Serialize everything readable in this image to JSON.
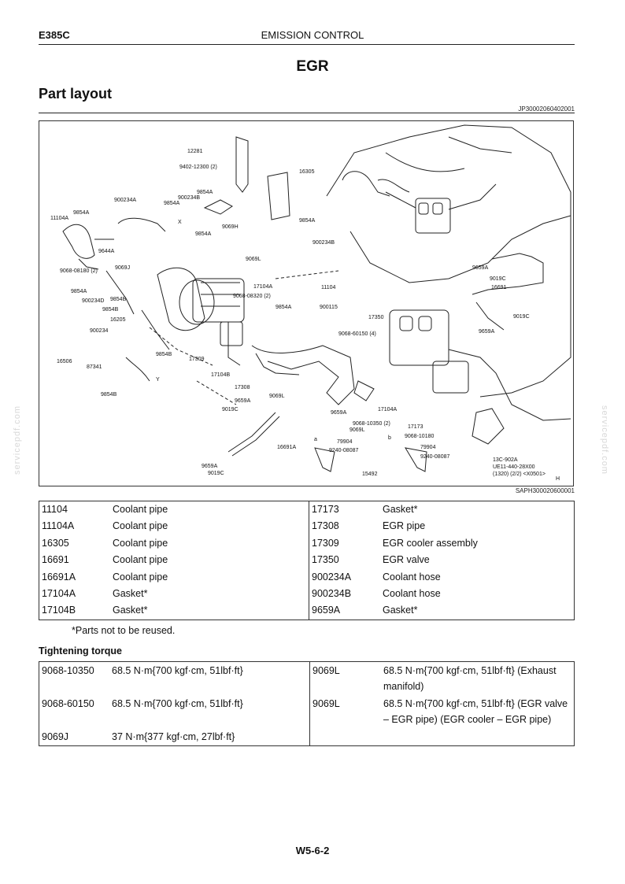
{
  "header": {
    "model": "E385C",
    "section": "EMISSION CONTROL"
  },
  "title": "EGR",
  "section_title": "Part layout",
  "figure_code_top": "JP30002060402001",
  "figure_code_bottom": "SAPH300020600001",
  "watermark": "servicepdf.com",
  "diagram_labels": [
    "12281",
    "9402-12300 (2)",
    "16305",
    "9854A",
    "900234B",
    "9854A",
    "900234A",
    "9854A",
    "11104A",
    "X",
    "9854A",
    "9069H",
    "9854A",
    "900234B",
    "9644A",
    "9069L",
    "9068-08180 (2)",
    "9069J",
    "9854A",
    "9854B",
    "900234D",
    "9854B",
    "16205",
    "17104A",
    "11104",
    "900115",
    "9068-08320 (2)",
    "9854A",
    "17350",
    "9068-60150 (4)",
    "16691",
    "9659A",
    "9019C",
    "9019C",
    "9659A",
    "900234",
    "9854B",
    "16506",
    "87341",
    "9854B",
    "17309",
    "17104B",
    "17308",
    "9069L",
    "9659A",
    "9019C",
    "17104A",
    "9659A",
    "9068-10350 (2)",
    "9069L",
    "17173",
    "16691A",
    "9659A",
    "9019C",
    "79904",
    "9240-08087",
    "15492",
    "9068-10180",
    "79904",
    "9240-08087",
    "13C-902A",
    "UE11-440-28X00",
    "(1320) (2/2) <X0501>",
    "H",
    "a",
    "b",
    "Y"
  ],
  "parts": [
    [
      "11104",
      "Coolant pipe",
      "17173",
      "Gasket*"
    ],
    [
      "11104A",
      "Coolant pipe",
      "17308",
      "EGR pipe"
    ],
    [
      "16305",
      "Coolant pipe",
      "17309",
      "EGR cooler assembly"
    ],
    [
      "16691",
      "Coolant pipe",
      "17350",
      "EGR valve"
    ],
    [
      "16691A",
      "Coolant pipe",
      "900234A",
      "Coolant hose"
    ],
    [
      "17104A",
      "Gasket*",
      "900234B",
      "Coolant hose"
    ],
    [
      "17104B",
      "Gasket*",
      "9659A",
      "Gasket*"
    ]
  ],
  "note": "*Parts not to be reused.",
  "torque_title": "Tightening torque",
  "torque": [
    [
      "9068-10350",
      "68.5 N·m{700 kgf·cm, 51lbf·ft}",
      "9069L",
      "68.5 N·m{700 kgf·cm, 51lbf·ft} (Exhaust manifold)"
    ],
    [
      "9068-60150",
      "68.5 N·m{700 kgf·cm, 51lbf·ft}",
      "9069L",
      "68.5 N·m{700 kgf·cm, 51lbf·ft} (EGR valve – EGR pipe) (EGR cooler – EGR pipe)"
    ],
    [
      "9069J",
      "37 N·m{377 kgf·cm, 27lbf·ft}",
      "",
      ""
    ]
  ],
  "footer": "W5-6-2"
}
